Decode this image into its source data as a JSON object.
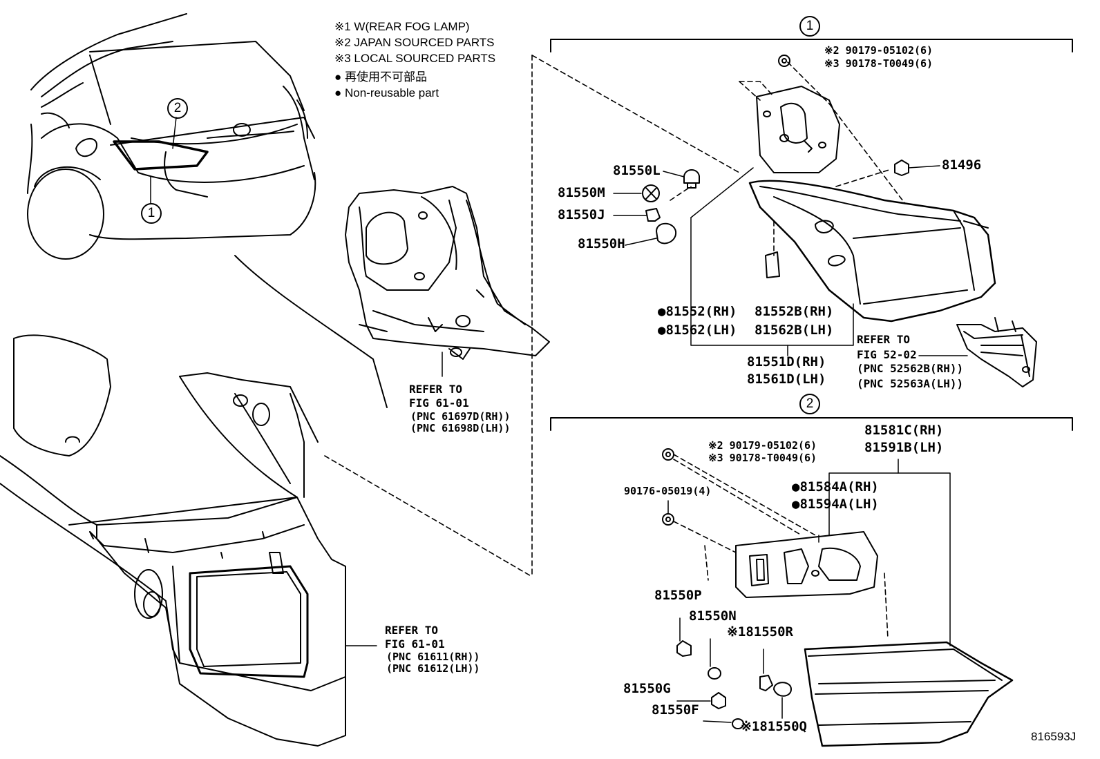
{
  "legend": {
    "note1": "※1 W(REAR FOG LAMP)",
    "note2": "※2 JAPAN SOURCED PARTS",
    "note3": "※3 LOCAL SOURCED PARTS",
    "note4": "● 再使用不可部品",
    "note5": "● Non-reusable part"
  },
  "callouts": {
    "one": "1",
    "two": "2"
  },
  "refs": {
    "mid": [
      "REFER TO",
      "FIG 61-01",
      "(PNC 61697D(RH))",
      "(PNC 61698D(LH))"
    ],
    "bottom": [
      "REFER TO",
      "FIG 61-01",
      "(PNC 61611(RH))",
      "(PNC 61612(LH))"
    ],
    "right": [
      "REFER TO",
      "FIG 52-02",
      "(PNC 52562B(RH))",
      "(PNC 52563A(LH))"
    ]
  },
  "group1": {
    "screw_jp": "※2 90179-05102(6)",
    "screw_local": "※3 90178-T0049(6)",
    "p81496": "81496",
    "p81550L": "81550L",
    "p81550M": "81550M",
    "p81550J": "81550J",
    "p81550H": "81550H",
    "p81552": "●81552(RH)",
    "p81562": "●81562(LH)",
    "p81552B": "81552B(RH)",
    "p81562B": "81562B(LH)",
    "p81551D": "81551D(RH)",
    "p81561D": "81561D(LH)"
  },
  "group2": {
    "p81581C": "81581C(RH)",
    "p81591B": "81591B(LH)",
    "screw_jp": "※2 90179-05102(6)",
    "screw_local": "※3 90178-T0049(6)",
    "p90176": "90176-05019(4)",
    "p81584A": "●81584A(RH)",
    "p81594A": "●81594A(LH)",
    "p81550P": "81550P",
    "p81550N": "81550N",
    "p81550R": "※181550R",
    "p81550G": "81550G",
    "p81550F": "81550F",
    "p81550Q": "※181550Q"
  },
  "figure_id": "816593J"
}
